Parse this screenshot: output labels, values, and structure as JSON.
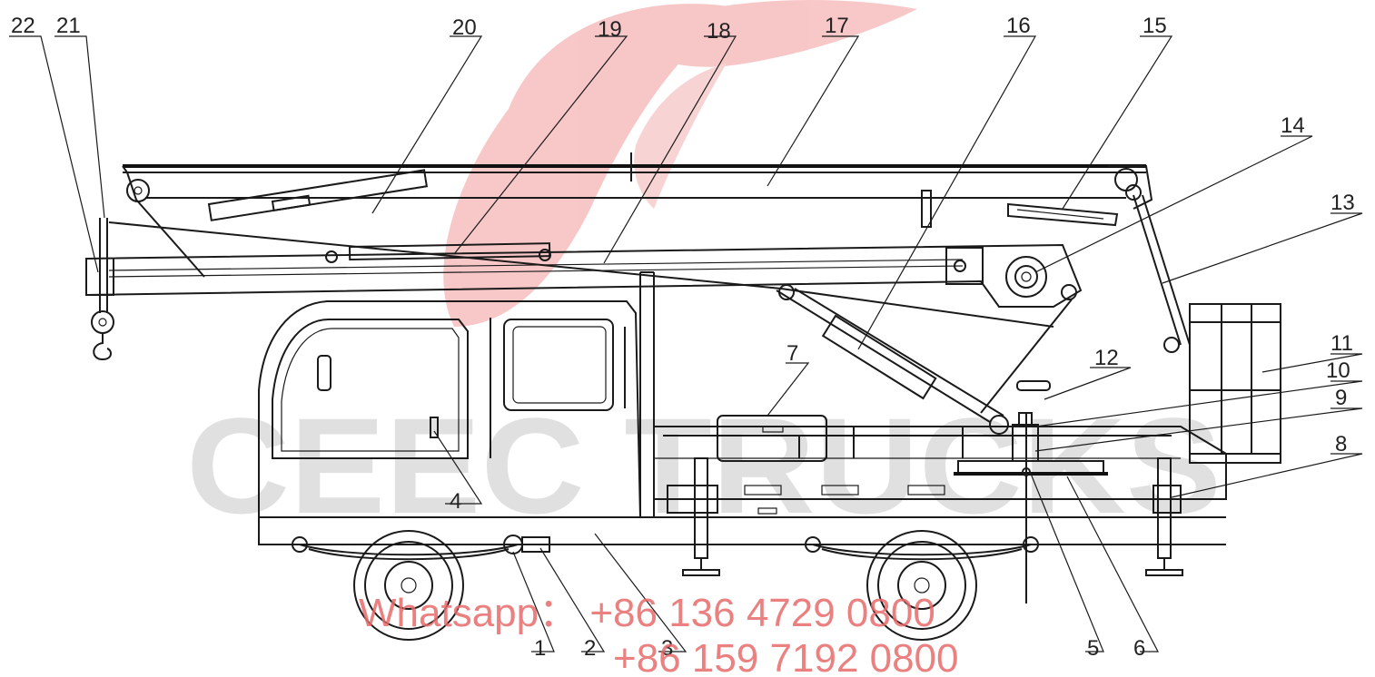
{
  "diagram": {
    "callouts": [
      "1",
      "2",
      "3",
      "4",
      "5",
      "6",
      "7",
      "8",
      "9",
      "10",
      "11",
      "12",
      "13",
      "14",
      "15",
      "16",
      "17",
      "18",
      "19",
      "20",
      "21",
      "22"
    ]
  },
  "watermark": {
    "brand": "CEEC TRUCKS",
    "whatsapp_line": "Whatsapp：  +86 136 4729 0800",
    "phone_line": "+86 159 7192 0800",
    "logo_color": "#f08a8a"
  }
}
